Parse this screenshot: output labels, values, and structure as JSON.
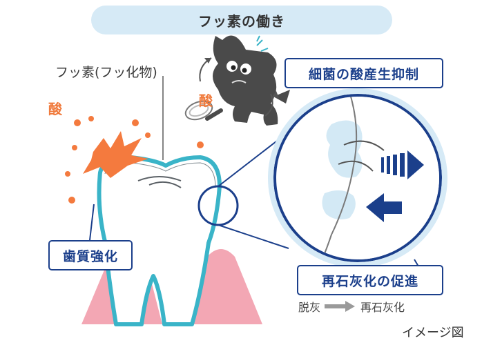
{
  "title": "フッ素の働き",
  "fluoride_label": "フッ素(フッ化物)",
  "acid_label_left": "酸",
  "acid_label_germ": "酸",
  "callout_bacteria": "細菌の酸産生抑制",
  "callout_enamel": "歯質強化",
  "callout_remineralization": "再石灰化の促進",
  "legend": {
    "from": "脱灰",
    "to": "再石灰化"
  },
  "image_note": "イメージ図",
  "colors": {
    "navy": "#1b3f8b",
    "teal": "#3ab4c8",
    "orange": "#f47a3e",
    "gum": "#f2a9b5",
    "pill": "#d6eaf6"
  }
}
